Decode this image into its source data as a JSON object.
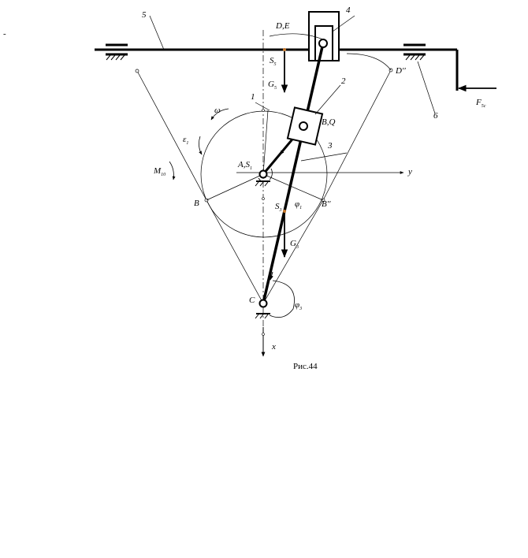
{
  "caption": "Рис.44",
  "stray_mark": "-",
  "labels": {
    "DE": "D,E",
    "n4": "4",
    "n5": "5",
    "S5": "S",
    "S5_sub": "5",
    "G5": "G",
    "G5_sub": "5",
    "Dpp": "D′′",
    "n2": "2",
    "n1": "1",
    "omega": "ω",
    "eps": "ε",
    "eps_sub": "1",
    "BQ": "B,Q",
    "n3": "3",
    "M": "M",
    "M_sub": "10",
    "AS": "A,S",
    "AS_sub": "1",
    "y": "y",
    "B": "B",
    "Bpp": "B′′",
    "S3": "S",
    "S3_sub": "3",
    "phi1": "φ",
    "phi1_sub": "1",
    "G3": "G",
    "G3_sub": "3",
    "C": "C",
    "phi3": "φ",
    "phi3_sub": "3",
    "x": "x",
    "n6": "6",
    "F": "F",
    "F_sub": "5c"
  },
  "colors": {
    "ink": "#000000",
    "center_mark": "#c8782a"
  }
}
